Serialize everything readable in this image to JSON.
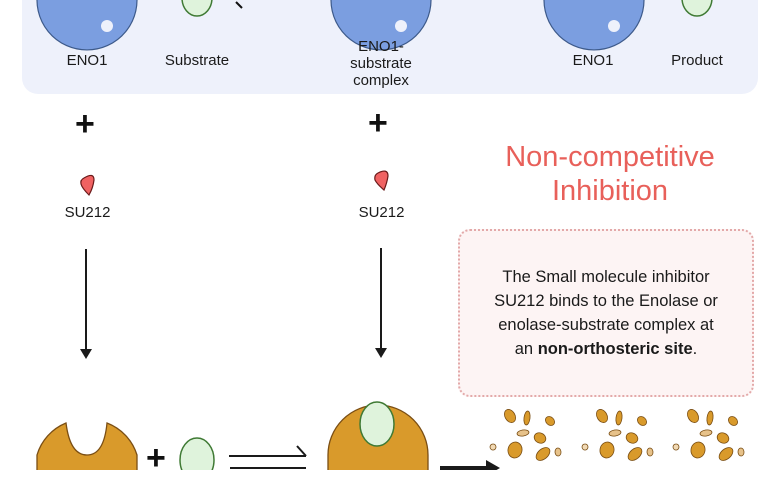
{
  "top_panel": {
    "labels": {
      "eno1_left": "ENO1",
      "substrate": "Substrate",
      "complex": [
        "ENO1-",
        "substrate",
        "complex"
      ],
      "eno1_right": "ENO1",
      "product": "Product"
    }
  },
  "left_column": {
    "plus": "+",
    "inhibitor_label": "SU212"
  },
  "middle_column": {
    "plus": "+",
    "inhibitor_label": "SU212"
  },
  "bottom_row": {
    "plus": "+"
  },
  "title": [
    "Non-competitive",
    "Inhibition"
  ],
  "note": {
    "line1": "The Small molecule inhibitor",
    "line2": "SU212 binds to the Enolase or",
    "line3": "enolase-substrate complex at",
    "line4_prefix": "an ",
    "line4_bold": "non-orthosteric site",
    "line4_suffix": "."
  },
  "colors": {
    "enzyme_blue": "#7b9ee0",
    "substrate_green": "#dff3dc",
    "inhibitor_red": "#f06262",
    "enzyme_gold": "#d99a2b",
    "title_red": "#e8605a"
  }
}
